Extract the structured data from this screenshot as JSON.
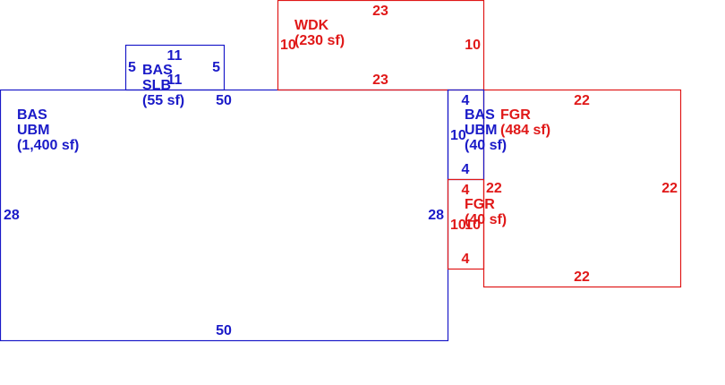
{
  "colors": {
    "blue": "#1a1ac8",
    "red": "#e01818",
    "background": "#ffffff"
  },
  "areas": {
    "bas_ubm_main": {
      "code": "BAS",
      "type": "UBM",
      "area": "(1,400 sf)",
      "dims": {
        "top": "50",
        "bottom": "50",
        "left": "28",
        "right": "28"
      }
    },
    "bas_slb": {
      "code": "BAS",
      "type": "SLB",
      "area": "(55 sf)",
      "dims": {
        "top": "11",
        "bottom": "11",
        "left": "5",
        "right": "5"
      }
    },
    "wdk": {
      "code": "WDK",
      "area": "(230 sf)",
      "dims": {
        "top": "23",
        "bottom": "23",
        "left": "10",
        "right": "10"
      }
    },
    "bas_ubm_small": {
      "code": "BAS",
      "type": "UBM",
      "area": "(40 sf)",
      "dims": {
        "top": "4",
        "bottom": "4",
        "left": "10"
      }
    },
    "fgr_small": {
      "code": "FGR",
      "area": "(40 sf)",
      "dims": {
        "top": "4",
        "bottom": "4",
        "left": "10",
        "right": "10"
      }
    },
    "fgr_large": {
      "code": "FGR",
      "area": "(484 sf)",
      "dims": {
        "top": "22",
        "bottom": "22",
        "left": "22",
        "right": "22"
      }
    }
  }
}
